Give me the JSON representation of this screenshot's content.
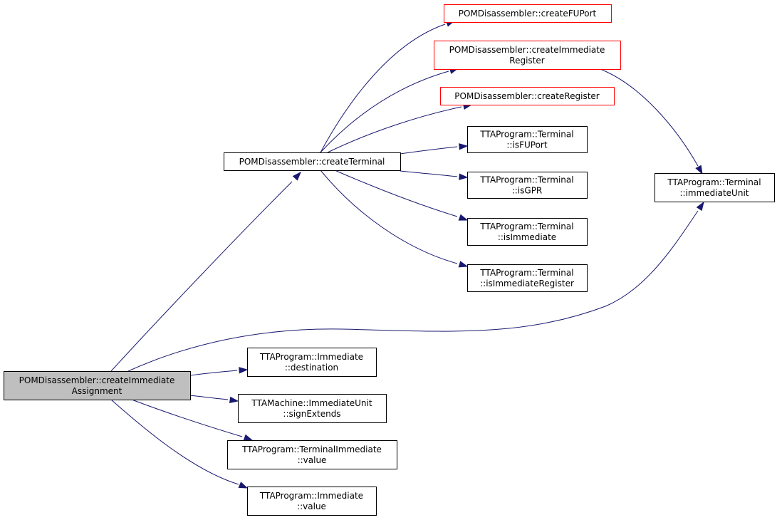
{
  "colors": {
    "edge": "#191970",
    "node_border": "#000000",
    "node_border_external": "#ff0000",
    "root_fill": "#bfbfbf",
    "node_fill": "#ffffff"
  },
  "nodes": {
    "root": {
      "lines": [
        "POMDisassembler::createImmediate",
        "Assignment"
      ],
      "kind": "root"
    },
    "createTerminal": {
      "lines": [
        "POMDisassembler::createTerminal"
      ],
      "kind": "normal"
    },
    "createFUPort": {
      "lines": [
        "POMDisassembler::createFUPort"
      ],
      "kind": "external"
    },
    "createImmediateRegister": {
      "lines": [
        "POMDisassembler::createImmediate",
        "Register"
      ],
      "kind": "external"
    },
    "createRegister": {
      "lines": [
        "POMDisassembler::createRegister"
      ],
      "kind": "external"
    },
    "isFUPort": {
      "lines": [
        "TTAProgram::Terminal",
        "::isFUPort"
      ],
      "kind": "normal"
    },
    "isGPR": {
      "lines": [
        "TTAProgram::Terminal",
        "::isGPR"
      ],
      "kind": "normal"
    },
    "isImmediate": {
      "lines": [
        "TTAProgram::Terminal",
        "::isImmediate"
      ],
      "kind": "normal"
    },
    "isImmediateRegister": {
      "lines": [
        "TTAProgram::Terminal",
        "::isImmediateRegister"
      ],
      "kind": "normal"
    },
    "immediateUnit": {
      "lines": [
        "TTAProgram::Terminal",
        "::immediateUnit"
      ],
      "kind": "normal"
    },
    "destination": {
      "lines": [
        "TTAProgram::Immediate",
        "::destination"
      ],
      "kind": "normal"
    },
    "signExtends": {
      "lines": [
        "TTAMachine::ImmediateUnit",
        "::signExtends"
      ],
      "kind": "normal"
    },
    "termImmValue": {
      "lines": [
        "TTAProgram::TerminalImmediate",
        "::value"
      ],
      "kind": "normal"
    },
    "immValue": {
      "lines": [
        "TTAProgram::Immediate",
        "::value"
      ],
      "kind": "normal"
    }
  },
  "edges": [
    {
      "from": "root",
      "to": "createTerminal"
    },
    {
      "from": "root",
      "to": "immediateUnit"
    },
    {
      "from": "root",
      "to": "destination"
    },
    {
      "from": "root",
      "to": "signExtends"
    },
    {
      "from": "root",
      "to": "termImmValue"
    },
    {
      "from": "root",
      "to": "immValue"
    },
    {
      "from": "createTerminal",
      "to": "createFUPort"
    },
    {
      "from": "createTerminal",
      "to": "createImmediateRegister"
    },
    {
      "from": "createTerminal",
      "to": "createRegister"
    },
    {
      "from": "createTerminal",
      "to": "isFUPort"
    },
    {
      "from": "createTerminal",
      "to": "isGPR"
    },
    {
      "from": "createTerminal",
      "to": "isImmediate"
    },
    {
      "from": "createTerminal",
      "to": "isImmediateRegister"
    },
    {
      "from": "createImmediateRegister",
      "to": "immediateUnit"
    }
  ]
}
